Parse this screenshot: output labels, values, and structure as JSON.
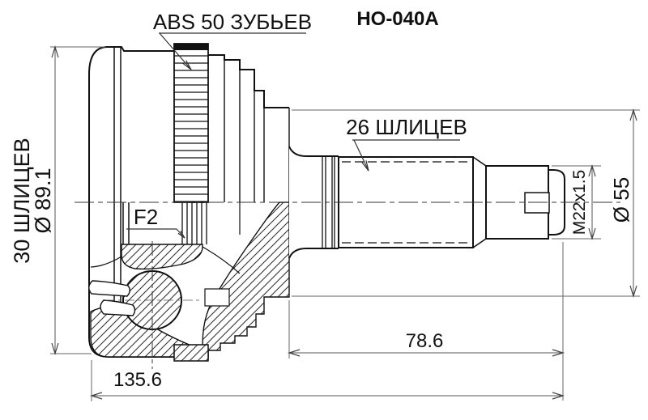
{
  "part_code": "HO-040A",
  "callouts": {
    "abs_ring": "ABS 50 ЗУБЬЕВ",
    "outer_splines": "26 ШЛИЦЕВ",
    "inner_splines": "30 ШЛИЦЕВ",
    "groove": "F2"
  },
  "dimensions": {
    "outer_diameter": "Ø 89.1",
    "boot_diameter": "Ø 55",
    "thread": "M22x1.5",
    "stem_length": "78.6",
    "overall_length": "135.6"
  },
  "colors": {
    "background": "#ffffff",
    "line": "#111111",
    "hatch": "#2a2a2a",
    "dimension_line": "#666666",
    "text": "#111111"
  }
}
